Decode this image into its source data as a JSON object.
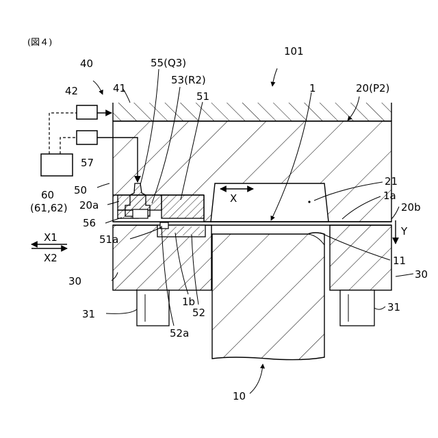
{
  "figure": {
    "caption": "(図４)",
    "labels": {
      "l40": "40",
      "l101": "101",
      "l41": "41",
      "l42": "42",
      "l55": "55(Q3)",
      "l53": "53(R2)",
      "l51": "51",
      "l1": "1",
      "l20": "20(P2)",
      "l57": "57",
      "l60": "60",
      "l6162": "(61,62)",
      "l50": "50",
      "l20a": "20a",
      "l56": "56",
      "l51a": "51a",
      "lX1": "X1",
      "lX2": "X2",
      "l30l": "30",
      "l31l": "31",
      "l52a": "52a",
      "l1b": "1b",
      "l52": "52",
      "l21": "21",
      "l1a": "1a",
      "l20b": "20b",
      "lY": "Y",
      "l11": "11",
      "l30r": "30",
      "l31r": "31",
      "l10": "10",
      "lX": "X"
    }
  }
}
